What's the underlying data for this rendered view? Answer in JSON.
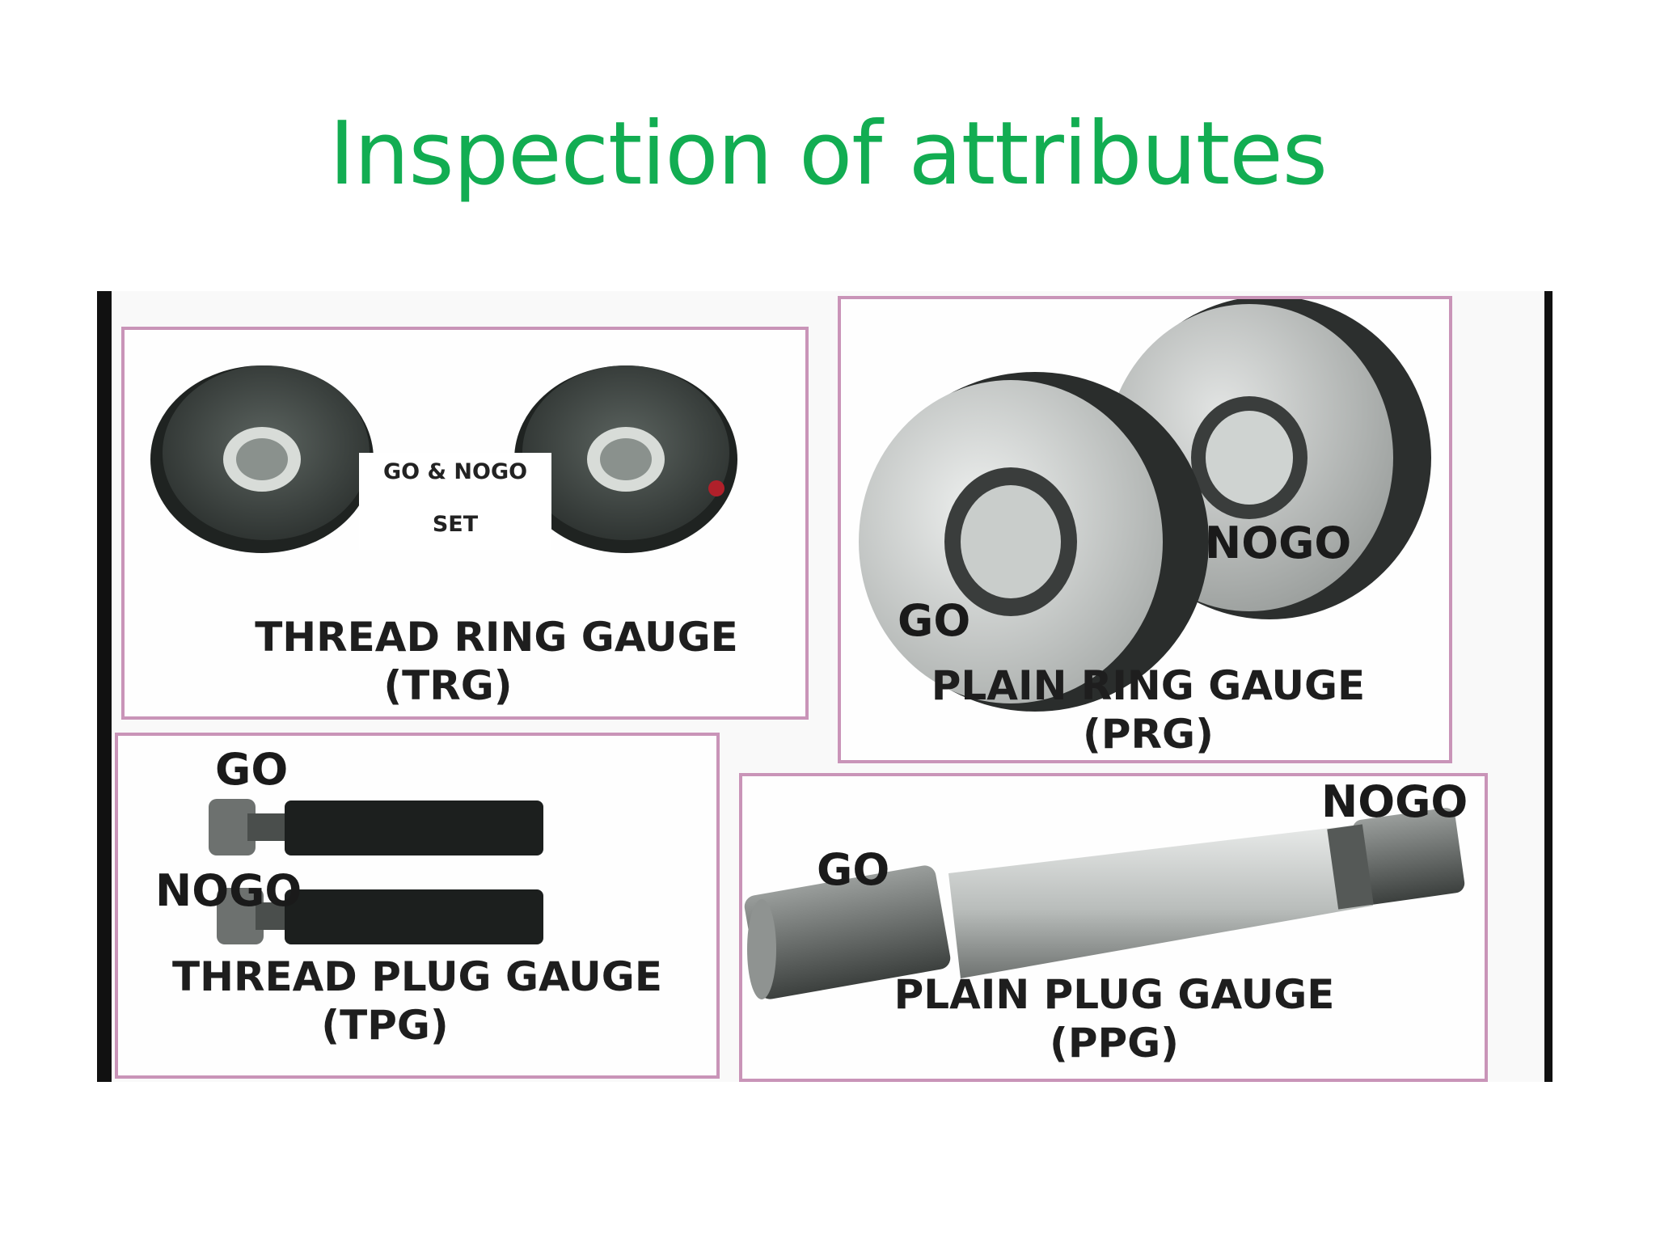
{
  "slide": {
    "title": "Inspection of attributes"
  },
  "trg": {
    "set_line1": "GO & NOGO",
    "set_line2": "SET",
    "caption_line1": "THREAD RING GAUGE",
    "caption_line2": "(TRG)"
  },
  "prg": {
    "go": "GO",
    "nogo": "NOGO",
    "caption_line1": "PLAIN RING GAUGE",
    "caption_line2": "(PRG)"
  },
  "tpg": {
    "go": "GO",
    "nogo": "NOGO",
    "caption_line1": "THREAD PLUG GAUGE",
    "caption_line2": "(TPG)"
  },
  "ppg": {
    "go": "GO",
    "nogo": "NOGO",
    "caption_line1": "PLAIN PLUG GAUGE",
    "caption_line2": "(PPG)"
  }
}
